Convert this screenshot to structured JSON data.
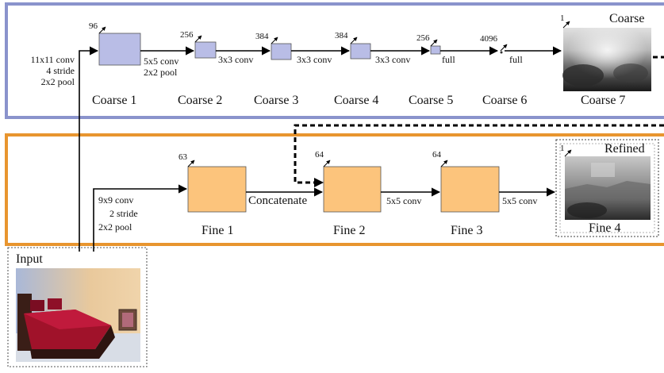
{
  "colors": {
    "coarse_border": "#8a93cc",
    "coarse_block": "#b9bde6",
    "fine_border": "#e8952f",
    "fine_block": "#fcc47c",
    "arrow": "#000000"
  },
  "coarse": {
    "input_ops": [
      "11x11 conv",
      "4 stride",
      "2x2 pool"
    ],
    "stages": [
      {
        "name": "Coarse 1",
        "channels": "96"
      },
      {
        "name": "Coarse 2",
        "channels": "256"
      },
      {
        "name": "Coarse 3",
        "channels": "384"
      },
      {
        "name": "Coarse 4",
        "channels": "384"
      },
      {
        "name": "Coarse 5",
        "channels": "256"
      },
      {
        "name": "Coarse 6",
        "channels": "4096"
      },
      {
        "name": "Coarse 7",
        "channels": "1"
      }
    ],
    "ops": [
      "5x5 conv\n2x2 pool",
      "3x3 conv",
      "3x3 conv",
      "3x3 conv",
      "full",
      "full"
    ],
    "output_title": "Coarse"
  },
  "fine": {
    "input_ops": [
      "9x9 conv",
      "2 stride",
      "2x2 pool"
    ],
    "stages": [
      {
        "name": "Fine 1",
        "channels": "63"
      },
      {
        "name": "Fine 2",
        "channels": "64"
      },
      {
        "name": "Fine 3",
        "channels": "64"
      },
      {
        "name": "Fine 4",
        "channels": "1"
      }
    ],
    "ops": [
      "Concatenate",
      "5x5 conv",
      "5x5 conv"
    ],
    "output_title": "Refined"
  },
  "input": {
    "title": "Input"
  }
}
